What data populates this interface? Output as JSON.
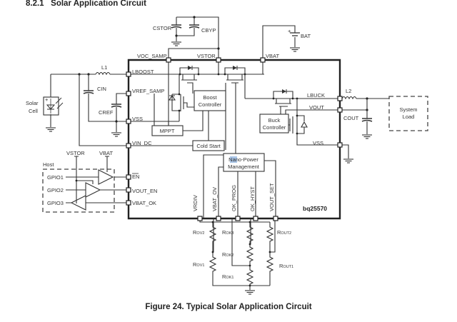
{
  "document": {
    "section_heading": "8.2.1   Solar Application Circuit",
    "figure_caption": "Figure 24.  Typical Solar Application Circuit"
  },
  "diagram": {
    "chip_name": "bq25570",
    "pins": {
      "voc_samp": "VOC_SAMP",
      "vstor": "VSTOR",
      "vbat": "VBAT",
      "lboost": "LBOOST",
      "vref_samp": "VREF_SAMP",
      "vss_left": "VSS",
      "vin_dc": "VIN_DC",
      "en": "EN",
      "vout_en": "VOUT_EN",
      "vbat_ok": "VBAT_OK",
      "lbuck": "LBUCK",
      "vout": "VOUT",
      "vss_right": "VSS",
      "vrdiv": "VRDIV",
      "vbat_ov": "VBAT_OV",
      "ok_prog": "OK_PROG",
      "ok_hyst": "OK_HYST",
      "vout_set": "VOUT_SET"
    },
    "blocks": {
      "boost_line1": "Boost",
      "boost_line2": "Controller",
      "mppt": "MPPT",
      "cold_start": "Cold Start",
      "buck_line1": "Buck",
      "buck_line2": "Controller",
      "nano_line1": "Nano-Power",
      "nano_line2": "Management"
    },
    "components": {
      "cstor": "CSTOR",
      "cbyp": "CBYP",
      "bat": "BAT",
      "l1": "L1",
      "cin": "CIN",
      "cref": "CREF",
      "l2": "L2",
      "cout": "COUT",
      "solar_line1": "Solar",
      "solar_line2": "Cell",
      "load_line1": "System",
      "load_line2": "Load"
    },
    "host": {
      "title": "Host",
      "gpio1": "GPIO1",
      "gpio2": "GPIO2",
      "gpio3": "GPIO3",
      "vstor": "VSTOR",
      "vbat": "VBAT"
    },
    "resistors": {
      "rov2": {
        "main": "R",
        "sub": "OV2"
      },
      "rov1": {
        "main": "R",
        "sub": "OV1"
      },
      "rok3": {
        "main": "R",
        "sub": "OK3"
      },
      "rok2": {
        "main": "R",
        "sub": "OK2"
      },
      "rok1": {
        "main": "R",
        "sub": "OK1"
      },
      "rout2": {
        "main": "R",
        "sub": "OUT2"
      },
      "rout1": {
        "main": "R",
        "sub": "OUT1"
      }
    }
  }
}
